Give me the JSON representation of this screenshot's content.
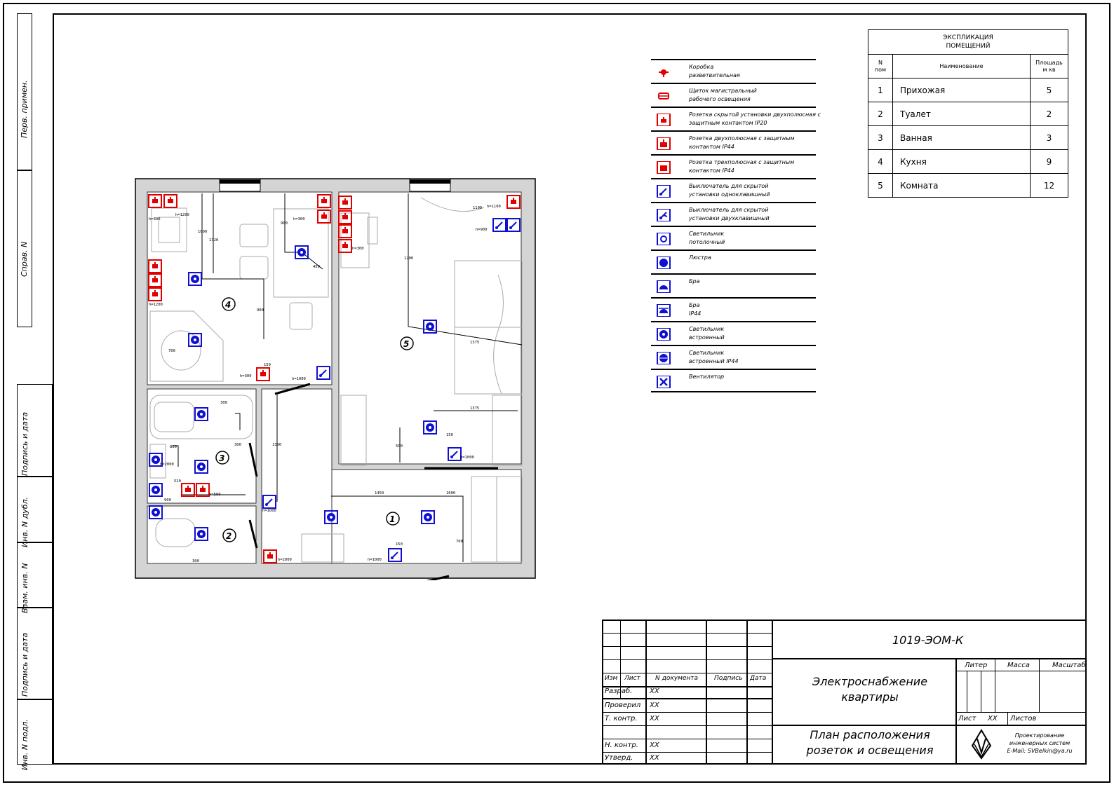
{
  "side_stamps": [
    "Перв. примен.",
    "Справ. N",
    "Подпись и дата",
    "Инв. N дубл.",
    "Взам. инв. N",
    "Подпись и дата",
    "Инв. N подл."
  ],
  "legend": [
    {
      "icon": "junction-box-icon",
      "color": "#e00000",
      "text": "Коробка\nразветвительная"
    },
    {
      "icon": "lighting-panel-icon",
      "color": "#e00000",
      "text": "Щиток магистральный\nрабочего освещения"
    },
    {
      "icon": "socket-hidden-icon",
      "color": "#e00000",
      "text": "Розетка скрытой установки двухполюсная с\nзащитным контактом IP20"
    },
    {
      "icon": "socket-ip44-icon",
      "color": "#e00000",
      "text": "Розетка двухполюсная с защитным\nконтактом IP44"
    },
    {
      "icon": "socket-three-pole-icon",
      "color": "#e00000",
      "text": "Розетка трехполюсная с защитным\nконтактом IP44"
    },
    {
      "icon": "switch-single-icon",
      "color": "#1010d0",
      "text": "Выключатель для скрытой\nустановки одноклавишный"
    },
    {
      "icon": "switch-double-icon",
      "color": "#1010d0",
      "text": "Выключатель для скрытой\nустановки двухклавишный"
    },
    {
      "icon": "ceiling-light-icon",
      "color": "#1010d0",
      "text": "Светильник\nпотолочный"
    },
    {
      "icon": "chandelier-icon",
      "color": "#1010d0",
      "text": "Люстра"
    },
    {
      "icon": "wall-lamp-icon",
      "color": "#1010d0",
      "text": "Бра"
    },
    {
      "icon": "wall-lamp-ip44-icon",
      "color": "#1010d0",
      "text": "Бра\nIP44"
    },
    {
      "icon": "recessed-light-icon",
      "color": "#1010d0",
      "text": "Светильник\nвстроенный"
    },
    {
      "icon": "recessed-light-ip44-icon",
      "color": "#1010d0",
      "text": "Светильник\nвстроенный IP44"
    },
    {
      "icon": "fan-icon",
      "color": "#1010d0",
      "text": "Вентилятор"
    }
  ],
  "explication": {
    "title": "ЭКСПЛИКАЦИЯ\nПОМЕЩЕНИЙ",
    "headers": [
      "N\nпом",
      "Наименование",
      "Площадь\nм кв"
    ],
    "rows": [
      {
        "n": "1",
        "name": "Прихожая",
        "area": "5"
      },
      {
        "n": "2",
        "name": "Туалет",
        "area": "2"
      },
      {
        "n": "3",
        "name": "Ванная",
        "area": "3"
      },
      {
        "n": "4",
        "name": "Кухня",
        "area": "9"
      },
      {
        "n": "5",
        "name": "Комната",
        "area": "12"
      }
    ]
  },
  "plan": {
    "room_numbers": [
      "4",
      "5",
      "3",
      "2",
      "1"
    ],
    "dims": [
      "h=1200",
      "h=300",
      "h=300",
      "1000",
      "1320",
      "900",
      "450",
      "h=1200",
      "900",
      "700",
      "h=300",
      "150",
      "h=1000",
      "1100",
      "h=1100",
      "h=900",
      "h=300",
      "1200",
      "1375",
      "1375",
      "500",
      "150",
      "h=1000",
      "300",
      "800",
      "300",
      "h=2000",
      "520",
      "h=500",
      "1300",
      "900",
      "h=1000",
      "h=2000",
      "300",
      "1450",
      "1600",
      "150",
      "h=1000",
      "700"
    ]
  },
  "title_block": {
    "code": "1019-ЭОМ-К",
    "object": "Электроснабжение\nквартиры",
    "sheet_title": "План расположения\nрозеток и освещения",
    "col_headers": [
      "Изм",
      "Лист",
      "N документа",
      "Подпись",
      "Дата"
    ],
    "roles": [
      {
        "role": "Разраб.",
        "name": "ХХ"
      },
      {
        "role": "Проверил",
        "name": "ХХ"
      },
      {
        "role": "Т. контр.",
        "name": "ХХ"
      },
      {
        "role": "",
        "name": ""
      },
      {
        "role": "Н. контр.",
        "name": "ХХ"
      },
      {
        "role": "Утверд.",
        "name": "ХХ"
      }
    ],
    "stage_headers": [
      "Литер",
      "Масса",
      "Масштаб"
    ],
    "sheet_label": "Лист",
    "sheet_value": "ХХ",
    "sheets_label": "Листов",
    "company": "Проектирование\nинженерных систем\nE-Mail: SVBelkin@ya.ru"
  }
}
